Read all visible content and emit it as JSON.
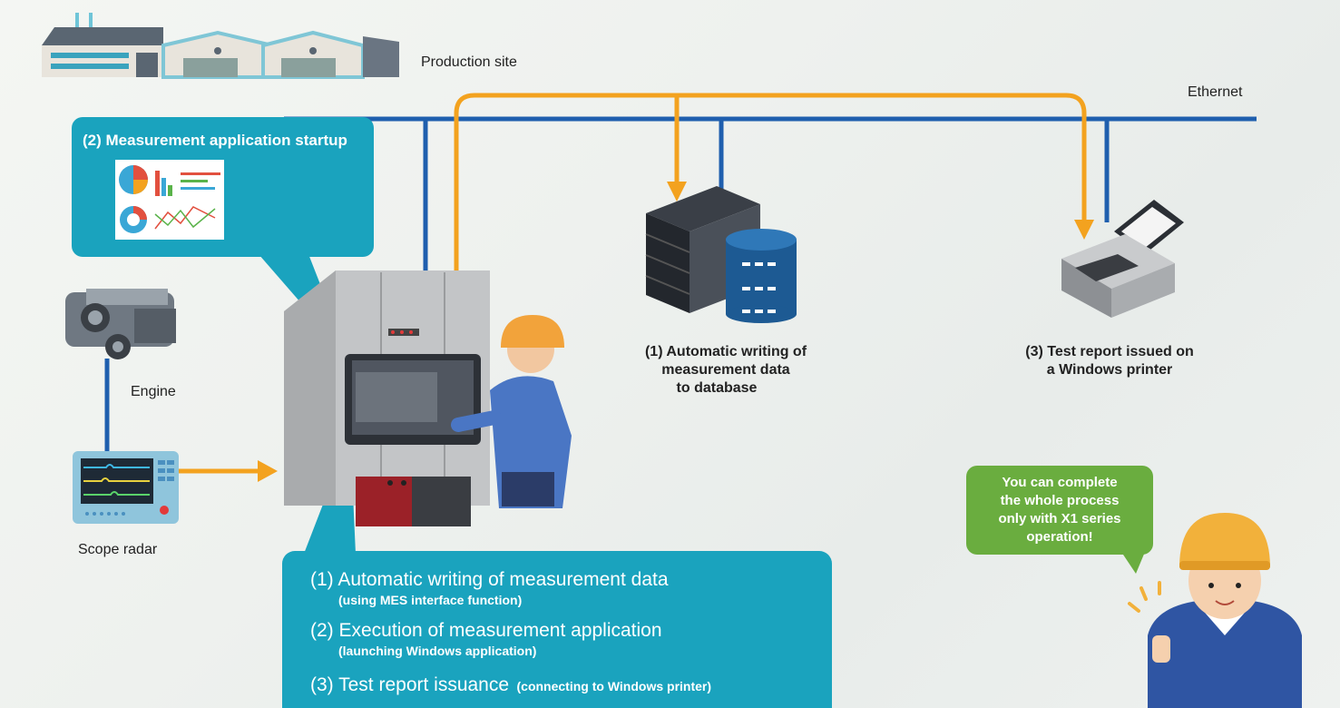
{
  "labels": {
    "production_site": "Production site",
    "ethernet": "Ethernet",
    "engine": "Engine",
    "scope_radar": "Scope radar"
  },
  "captions": {
    "database": [
      "(1) Automatic writing of",
      "measurement data",
      "to database"
    ],
    "printer": [
      "(3) Test report issued on",
      "a Windows printer"
    ]
  },
  "callout_top": {
    "title": "(2) Measurement application startup"
  },
  "callout_bottom": {
    "items": [
      {
        "main": "(1) Automatic writing of measurement data",
        "sub": "(using MES interface function)"
      },
      {
        "main": "(2) Execution of measurement application",
        "sub": "(launching Windows application)"
      },
      {
        "main": "(3) Test report issuance",
        "sub": "(connecting to Windows printer)"
      }
    ]
  },
  "speech_bubble": {
    "lines": [
      "You can complete",
      "the whole process",
      "only with X1 series",
      "operation!"
    ]
  },
  "colors": {
    "network_line": "#1f5fae",
    "data_flow": "#f3a21f",
    "callout": "#1aa3be",
    "bubble": "#6aad3f"
  }
}
